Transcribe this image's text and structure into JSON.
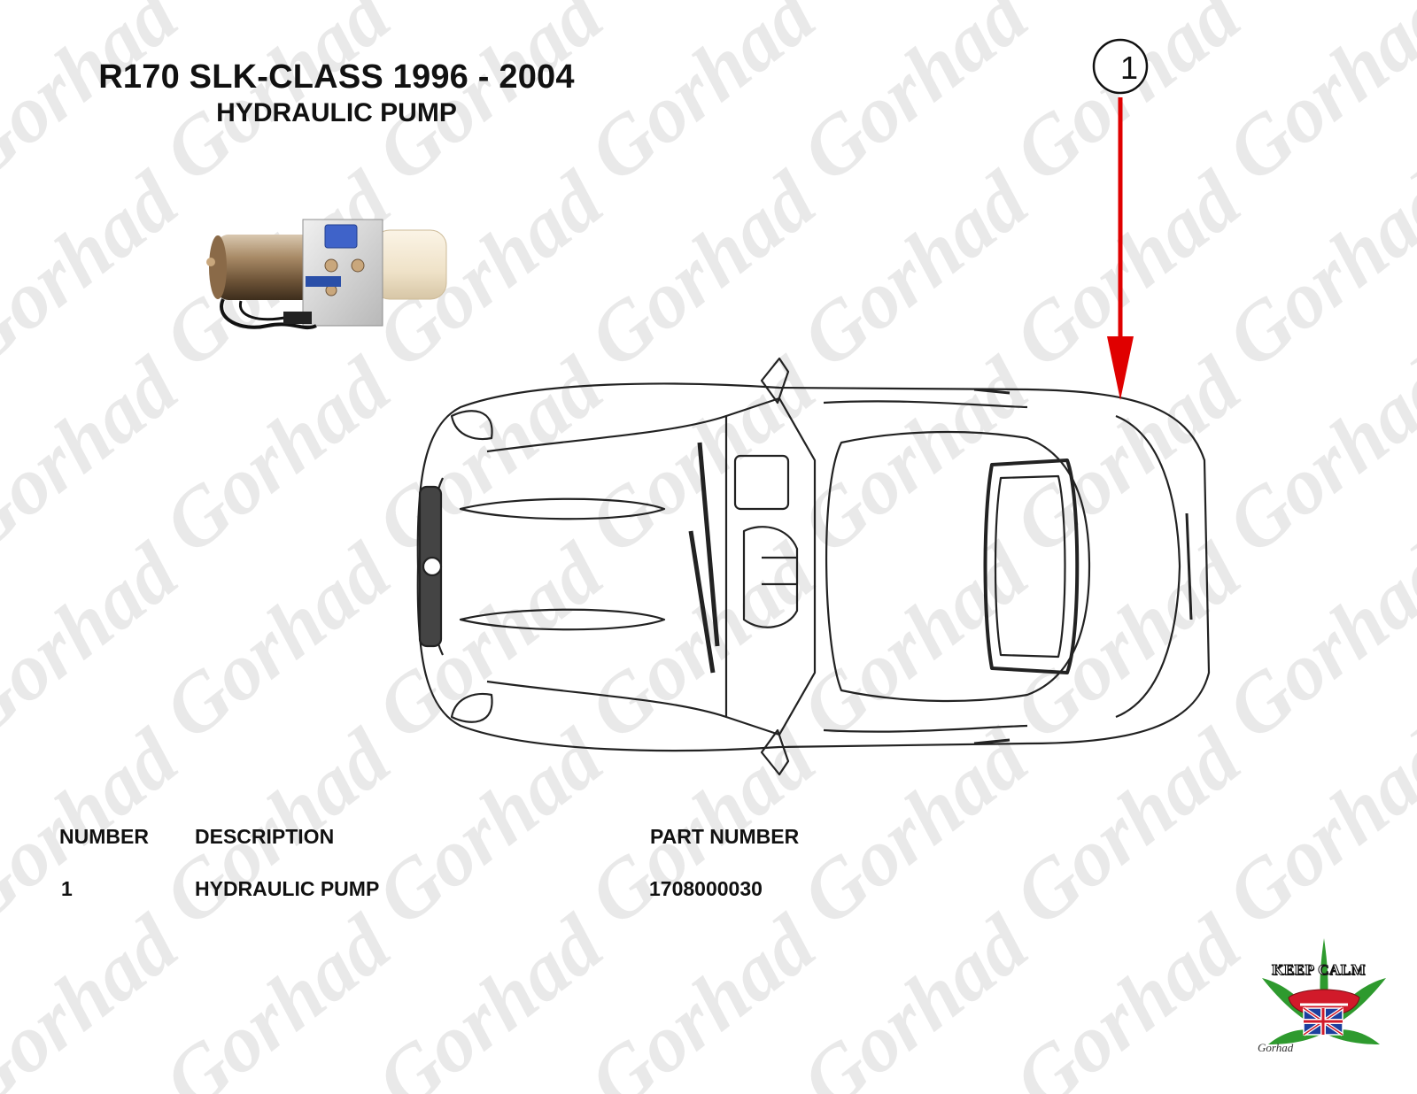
{
  "title": {
    "model": "R170 SLK-CLASS 1996 - 2004",
    "part": "HYDRAULIC PUMP"
  },
  "watermark": "Gorhad",
  "callout": {
    "number": "1",
    "arrow_color": "#e00000"
  },
  "table": {
    "headers": {
      "number": "NUMBER",
      "description": "DESCRIPTION",
      "part_number": "PART NUMBER"
    },
    "rows": [
      {
        "number": "1",
        "description": "HYDRAULIC PUMP",
        "part_number": "1708000030"
      }
    ]
  },
  "logo": {
    "text": "KEEP CALM",
    "signature": "Gorhad"
  }
}
